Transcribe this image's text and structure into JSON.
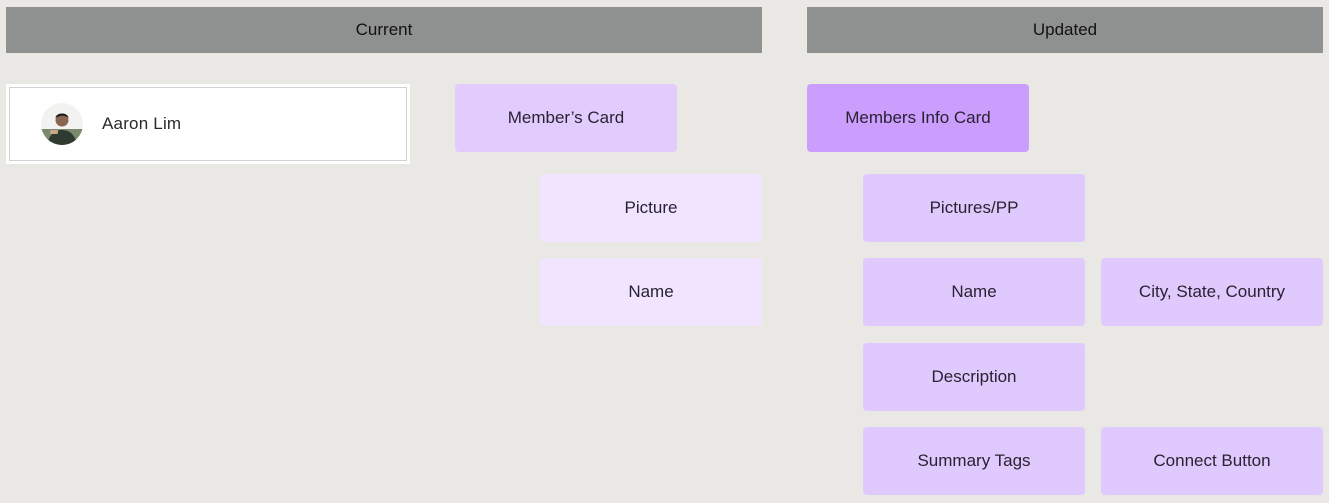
{
  "headers": {
    "current": "Current",
    "updated": "Updated"
  },
  "card_preview": {
    "name": "Aaron Lim"
  },
  "current": {
    "root": "Member’s Card",
    "children": [
      "Picture",
      "Name"
    ]
  },
  "updated": {
    "root": "Members Info Card",
    "pictures": "Pictures/PP",
    "name": "Name",
    "location": "City, State, Country",
    "description": "Description",
    "summary_tags": "Summary Tags",
    "connect_button": "Connect Button"
  },
  "colors": {
    "background": "#e9e8e4",
    "header": "#8f9090",
    "box_current_root": "#e2ccfd",
    "box_current_child": "#f0e4fe",
    "box_updated_root": "#cb9dfd",
    "box_updated_child": "#e0c9fc"
  }
}
